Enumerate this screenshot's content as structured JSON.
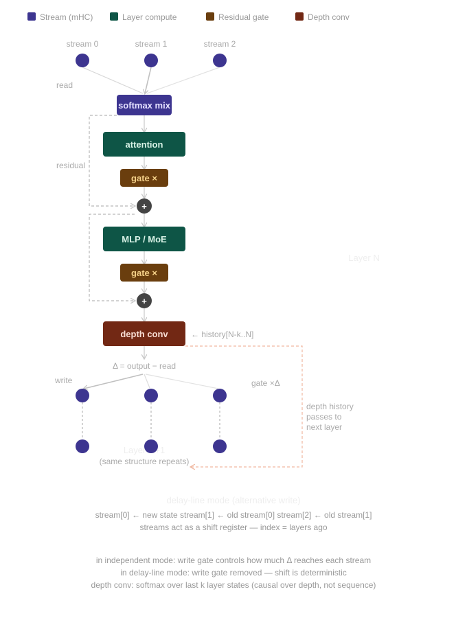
{
  "colors": {
    "stream": "#3d3590",
    "compute": "#0e5546",
    "gate": "#6a3e0e",
    "depth": "#722814",
    "gate_text": "#f6d28a",
    "compute_text": "#d8f2e6",
    "stream_text": "#e4e0ff",
    "depth_text": "#f8ddd3",
    "plus": "#444444",
    "connector": "#c8c8c8",
    "dashed": "#b8b8b8",
    "history": "#f0b8a0"
  },
  "legend": [
    {
      "label": "Stream (mHC)",
      "color_key": "stream"
    },
    {
      "label": "Layer compute",
      "color_key": "compute"
    },
    {
      "label": "Residual gate",
      "color_key": "gate"
    },
    {
      "label": "Depth conv",
      "color_key": "depth"
    }
  ],
  "streams": {
    "top_labels": [
      "stream 0",
      "stream 1",
      "stream 2"
    ]
  },
  "labels": {
    "read": "read",
    "residual": "residual",
    "layer_n": "Layer N",
    "history": "← history[N-k..N]",
    "delta": "Δ = output − read",
    "write": "write",
    "gate_delta": "gate ×Δ",
    "depth_history": [
      "depth history",
      "passes to",
      "next layer"
    ],
    "layer_next": "Layer N+1",
    "same_structure": "(same structure repeats)"
  },
  "blocks": {
    "softmax_mix": "softmax mix",
    "attention": "attention",
    "gate1": "gate ×",
    "plus1": "+",
    "mlp": "MLP / MoE",
    "gate2": "gate ×",
    "plus2": "+",
    "depth_conv": "depth conv"
  },
  "delay_line": {
    "title": "delay-line mode (alternative write)",
    "line1": "stream[0] ← new state stream[1] ← old stream[0] stream[2] ← old stream[1]",
    "line2": "streams act as a shift register — index = layers ago"
  },
  "notes": [
    "in independent mode: write gate controls how much Δ reaches each stream",
    "in delay-line mode: write gate removed — shift is deterministic",
    "depth conv: softmax over last k layer states (causal over depth, not sequence)"
  ]
}
